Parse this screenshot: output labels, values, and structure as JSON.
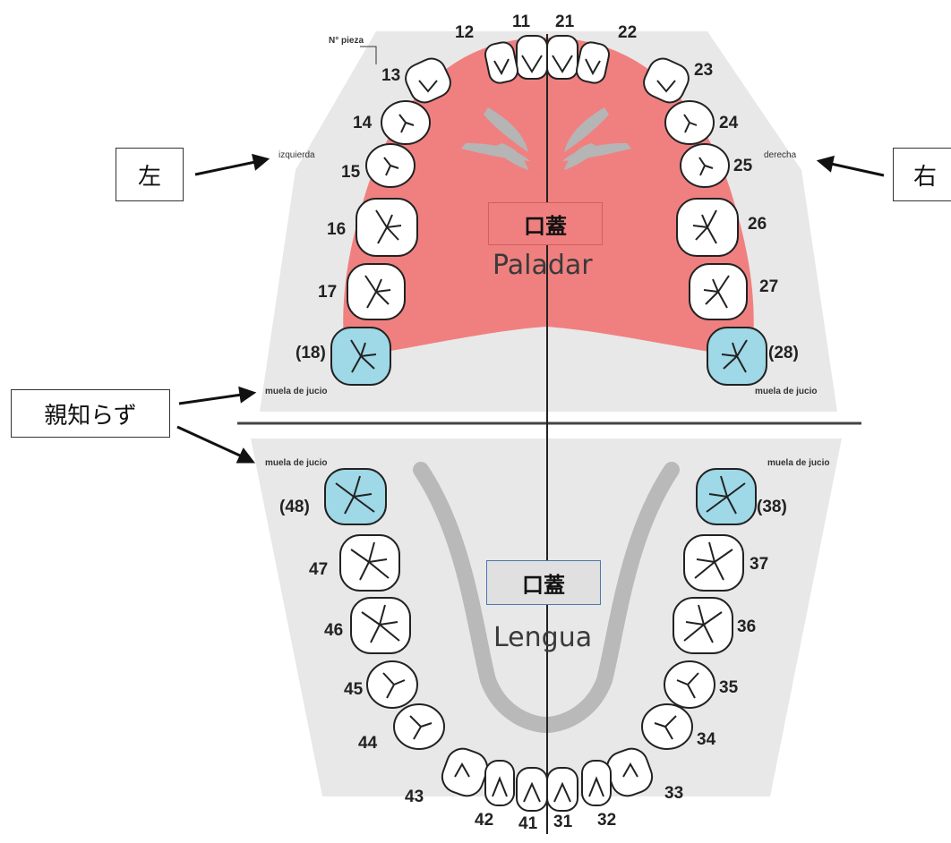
{
  "labels": {
    "piece_number": "N° pieza",
    "left_es": "izquierda",
    "right_es": "derecha",
    "wisdom_es": "muela de jucio",
    "palate": "Paladar",
    "tongue": "Lengua"
  },
  "annotations": {
    "left_jp": "左",
    "right_jp": "右",
    "wisdom_jp": "親知らず",
    "palate_jp": "口蓋",
    "tongue_jp": "口蓋"
  },
  "teeth": {
    "upper": [
      "11",
      "12",
      "13",
      "14",
      "15",
      "16",
      "17",
      "(18)",
      "21",
      "22",
      "23",
      "24",
      "25",
      "26",
      "27",
      "(28)"
    ],
    "lower": [
      "31",
      "32",
      "33",
      "34",
      "35",
      "36",
      "37",
      "(38)",
      "41",
      "42",
      "43",
      "44",
      "45",
      "46",
      "47",
      "(48)"
    ]
  },
  "colors": {
    "palate": "#f08080",
    "wisdom_tooth": "#9fd8e6",
    "background_gray": "#e6e6e6",
    "tongue_gray": "#b9b9b9"
  }
}
